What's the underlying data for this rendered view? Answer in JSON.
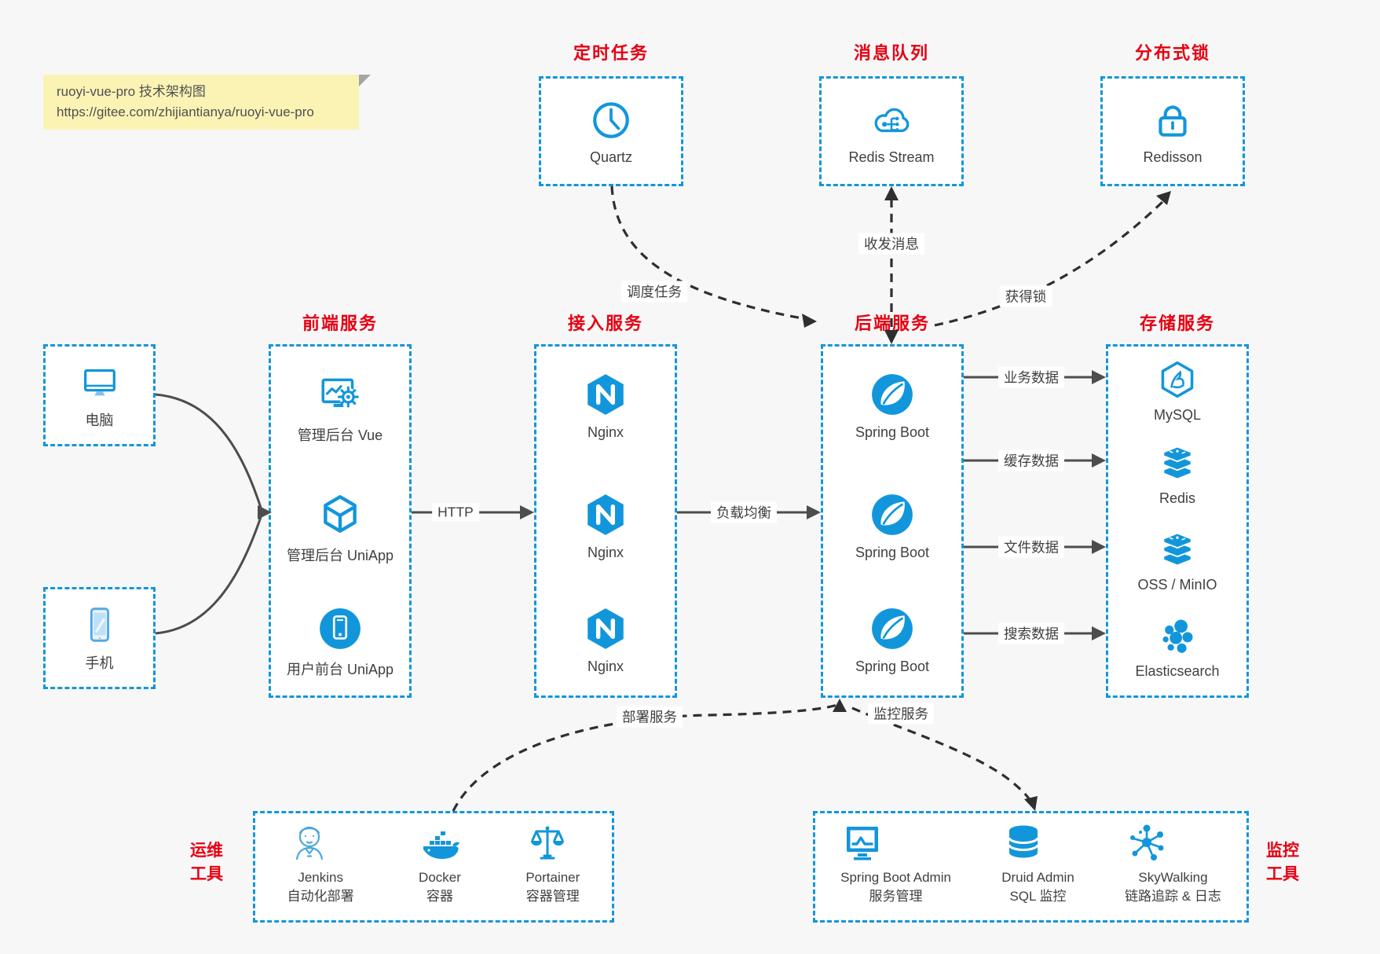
{
  "note": {
    "line1": "ruoyi-vue-pro 技术架构图",
    "line2": "https://gitee.com/zhijiantianya/ruoyi-vue-pro"
  },
  "colors": {
    "accent_blue": "#1296db",
    "title_red": "#e60012",
    "arrow_gray": "#4d4d4d",
    "dashed_arrow_dark": "#2f2f2f",
    "note_bg": "#faf3b4",
    "page_bg": "#f7f7f8"
  },
  "groups": {
    "scheduler": {
      "title": "定时任务",
      "items": [
        {
          "label": "Quartz",
          "icon": "clock-icon"
        }
      ]
    },
    "mq": {
      "title": "消息队列",
      "items": [
        {
          "label": "Redis Stream",
          "icon": "cloud-stream-icon"
        }
      ]
    },
    "lock": {
      "title": "分布式锁",
      "items": [
        {
          "label": "Redisson",
          "icon": "lock-icon"
        }
      ]
    },
    "clients": {
      "items": [
        {
          "label": "电脑",
          "icon": "desktop-icon"
        },
        {
          "label": "手机",
          "icon": "smartphone-icon"
        }
      ]
    },
    "frontend": {
      "title": "前端服务",
      "items": [
        {
          "label": "管理后台 Vue",
          "icon": "admin-vue-icon"
        },
        {
          "label": "管理后台 UniApp",
          "icon": "cube-icon"
        },
        {
          "label": "用户前台 UniApp",
          "icon": "mobile-app-icon"
        }
      ]
    },
    "gateway": {
      "title": "接入服务",
      "items": [
        {
          "label": "Nginx",
          "icon": "nginx-icon"
        },
        {
          "label": "Nginx",
          "icon": "nginx-icon"
        },
        {
          "label": "Nginx",
          "icon": "nginx-icon"
        }
      ]
    },
    "backend": {
      "title": "后端服务",
      "items": [
        {
          "label": "Spring Boot",
          "icon": "spring-icon"
        },
        {
          "label": "Spring Boot",
          "icon": "spring-icon"
        },
        {
          "label": "Spring Boot",
          "icon": "spring-icon"
        }
      ]
    },
    "storage": {
      "title": "存储服务",
      "items": [
        {
          "label": "MySQL",
          "icon": "mysql-icon"
        },
        {
          "label": "Redis",
          "icon": "redis-stack-icon"
        },
        {
          "label": "OSS / MinIO",
          "icon": "storage-stack-icon"
        },
        {
          "label": "Elasticsearch",
          "icon": "elasticsearch-icon"
        }
      ]
    },
    "ops": {
      "title": "运维工具",
      "items": [
        {
          "label": "Jenkins",
          "sub": "自动化部署",
          "icon": "jenkins-icon"
        },
        {
          "label": "Docker",
          "sub": "容器",
          "icon": "docker-icon"
        },
        {
          "label": "Portainer",
          "sub": "容器管理",
          "icon": "portainer-icon"
        }
      ]
    },
    "monitoring": {
      "title": "监控工具",
      "items": [
        {
          "label": "Spring Boot Admin",
          "sub": "服务管理",
          "icon": "monitor-chart-icon"
        },
        {
          "label": "Druid Admin",
          "sub": "SQL 监控",
          "icon": "database-icon"
        },
        {
          "label": "SkyWalking",
          "sub": "链路追踪 & 日志",
          "icon": "skywalking-icon"
        }
      ]
    }
  },
  "edges": {
    "http": "HTTP",
    "load_balance": "负载均衡",
    "schedule": "调度任务",
    "messages": "收发消息",
    "acquire_lock": "获得锁",
    "business_data": "业务数据",
    "cache_data": "缓存数据",
    "file_data": "文件数据",
    "search_data": "搜索数据",
    "deploy": "部署服务",
    "monitor": "监控服务"
  }
}
